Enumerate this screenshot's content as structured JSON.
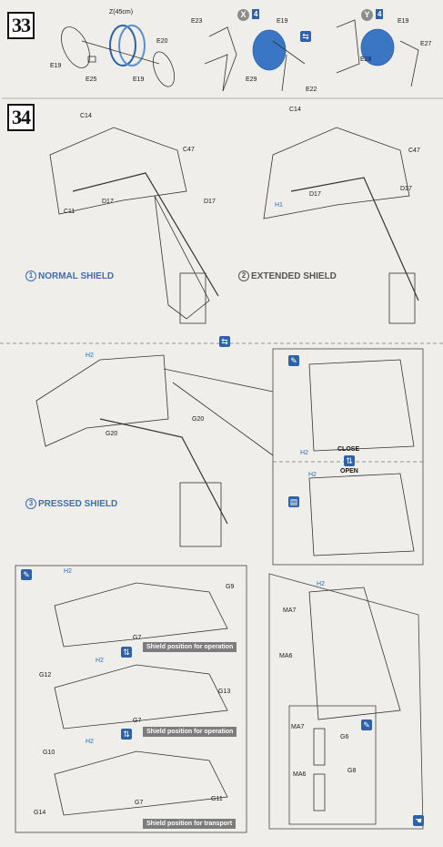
{
  "steps": {
    "s33": "33",
    "s34": "34"
  },
  "step33": {
    "z_label": "Z(45cm)",
    "parts_left": [
      "E20",
      "E19",
      "E25",
      "E19"
    ],
    "variant_x": {
      "letter": "X",
      "qty": "4"
    },
    "variant_y": {
      "letter": "Y",
      "qty": "4"
    },
    "parts_mid": [
      "E23",
      "E19",
      "E29",
      "E22"
    ],
    "parts_right": [
      "E19",
      "E28",
      "E27"
    ]
  },
  "step34": {
    "normal": {
      "num": "1",
      "label": "NORMAL SHIELD",
      "parts": [
        "C14",
        "C47",
        "C11",
        "D17",
        "D17"
      ]
    },
    "extended": {
      "num": "2",
      "label": "EXTENDED SHIELD",
      "parts": [
        "C14",
        "C47",
        "H1",
        "D17",
        "D17"
      ]
    },
    "pressed": {
      "num": "3",
      "label": "PRESSED SHIELD",
      "parts": [
        "H2",
        "G20",
        "G20"
      ]
    },
    "detail": {
      "close": "CLOSE",
      "open": "OPEN",
      "h2": "H2",
      "h2b": "H2"
    },
    "closeup": {
      "parts": [
        "H2",
        "MA7",
        "MA6"
      ]
    },
    "sub": {
      "parts": [
        "MA7",
        "G6",
        "MA6",
        "G8"
      ]
    },
    "positions": [
      {
        "banner": "Shield position for operation",
        "parts": [
          "H2",
          "G9",
          "G7"
        ]
      },
      {
        "banner": "Shield position for operation",
        "parts": [
          "G12",
          "H2",
          "G13",
          "G7",
          "G10"
        ]
      },
      {
        "banner": "Shield position for transport",
        "parts": [
          "H2",
          "G14",
          "G7",
          "G11"
        ]
      }
    ]
  },
  "colors": {
    "accent": "#2e62a8",
    "caption": "#3d6fae"
  },
  "icons": [
    "swap-icon",
    "pencil-icon",
    "shield-layers-icon",
    "hand-icon"
  ]
}
